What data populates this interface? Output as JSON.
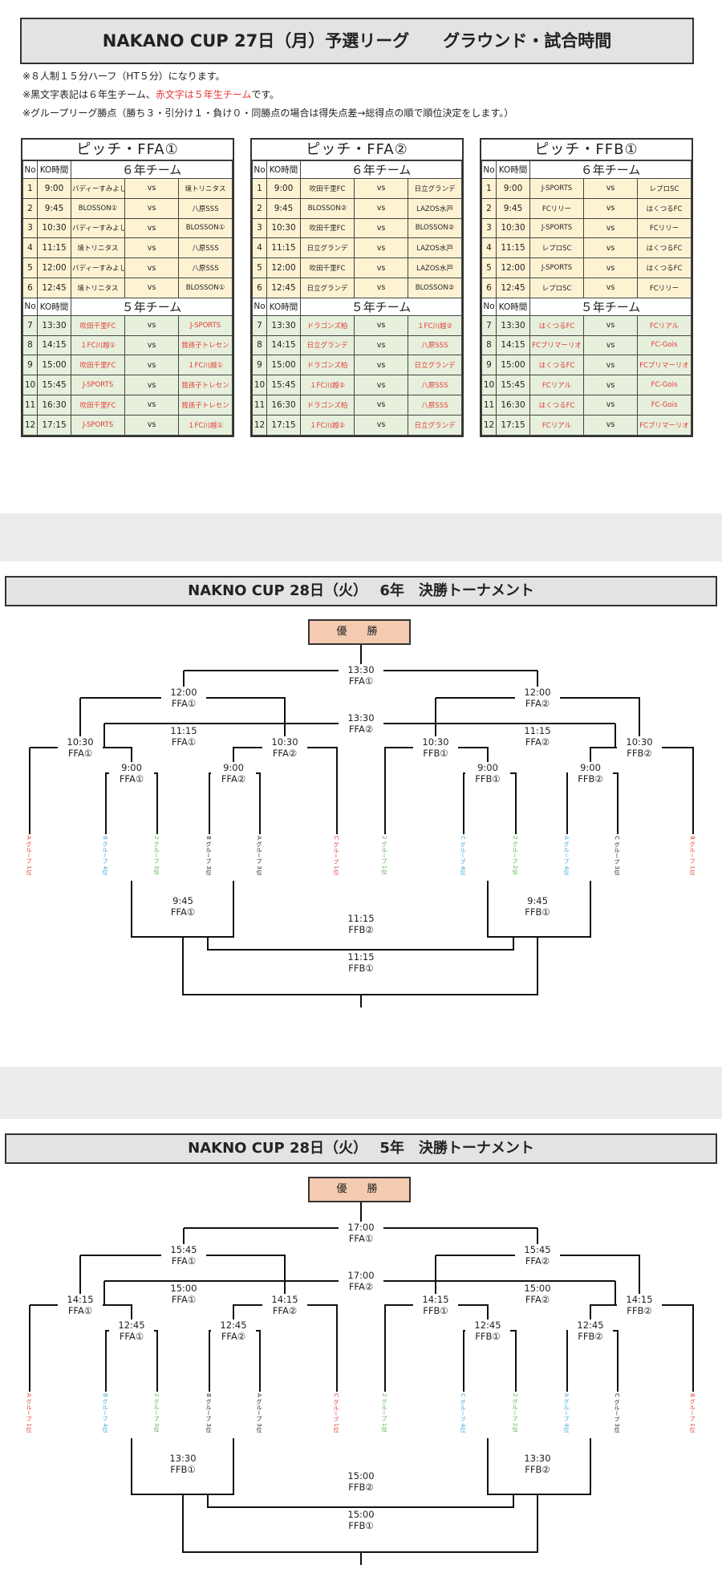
{
  "day1": {
    "title": "NAKANO CUP 27日（月）予選リーグ　　グラウンド・試合時間",
    "notes": [
      {
        "a": "※８人制１５分ハーフ（HT５分）になります。",
        "b": "",
        "c": ""
      },
      {
        "a": "※黒文字表記は６年生チーム、",
        "b": "赤文字は５年生チーム",
        "c": "です。"
      },
      {
        "a": "※グループリーグ勝点（勝ち３・引分け１・負け０・同勝点の場合は得失点差→総得点の順で順位決定をします。）",
        "b": "",
        "c": ""
      }
    ],
    "pitches": [
      {
        "name": "ピッチ・FFA①",
        "h_no": "No",
        "h_ko": "KO時間",
        "h6": "６年チーム",
        "h5": "５年チーム",
        "rows6": [
          {
            "no": "1",
            "ko": "9:00",
            "a": "バディーすみよし",
            "vs": "vs",
            "b": "境トリニタス"
          },
          {
            "no": "2",
            "ko": "9:45",
            "a": "BLOSSON①",
            "vs": "vs",
            "b": "八原SSS"
          },
          {
            "no": "3",
            "ko": "10:30",
            "a": "バディーすみよし",
            "vs": "vs",
            "b": "BLOSSON①"
          },
          {
            "no": "4",
            "ko": "11:15",
            "a": "境トリニタス",
            "vs": "vs",
            "b": "八原SSS"
          },
          {
            "no": "5",
            "ko": "12:00",
            "a": "バディーすみよし",
            "vs": "vs",
            "b": "八原SSS"
          },
          {
            "no": "6",
            "ko": "12:45",
            "a": "境トリニタス",
            "vs": "vs",
            "b": "BLOSSON①"
          }
        ],
        "rows5": [
          {
            "no": "7",
            "ko": "13:30",
            "a": "吹田千里FC",
            "vs": "vs",
            "b": "J-SPORTS"
          },
          {
            "no": "8",
            "ko": "14:15",
            "a": "１FC川越①",
            "vs": "vs",
            "b": "我孫子トレセン"
          },
          {
            "no": "9",
            "ko": "15:00",
            "a": "吹田千里FC",
            "vs": "vs",
            "b": "１FC川越①"
          },
          {
            "no": "10",
            "ko": "15:45",
            "a": "J-SPORTS",
            "vs": "vs",
            "b": "我孫子トレセン"
          },
          {
            "no": "11",
            "ko": "16:30",
            "a": "吹田千里FC",
            "vs": "vs",
            "b": "我孫子トレセン"
          },
          {
            "no": "12",
            "ko": "17:15",
            "a": "J-SPORTS",
            "vs": "vs",
            "b": "１FC川越①"
          }
        ]
      },
      {
        "name": "ピッチ・FFA②",
        "h_no": "No",
        "h_ko": "KO時間",
        "h6": "６年チーム",
        "h5": "５年チーム",
        "rows6": [
          {
            "no": "1",
            "ko": "9:00",
            "a": "吹田千里FC",
            "vs": "vs",
            "b": "日立グランデ"
          },
          {
            "no": "2",
            "ko": "9:45",
            "a": "BLOSSON②",
            "vs": "vs",
            "b": "LAZOS水戸"
          },
          {
            "no": "3",
            "ko": "10:30",
            "a": "吹田千里FC",
            "vs": "vs",
            "b": "BLOSSON②"
          },
          {
            "no": "4",
            "ko": "11:15",
            "a": "日立グランデ",
            "vs": "vs",
            "b": "LAZOS水戸"
          },
          {
            "no": "5",
            "ko": "12:00",
            "a": "吹田千里FC",
            "vs": "vs",
            "b": "LAZOS水戸"
          },
          {
            "no": "6",
            "ko": "12:45",
            "a": "日立グランデ",
            "vs": "vs",
            "b": "BLOSSON②"
          }
        ],
        "rows5": [
          {
            "no": "7",
            "ko": "13:30",
            "a": "ドラゴンズ柏",
            "vs": "vs",
            "b": "１FC川越②"
          },
          {
            "no": "8",
            "ko": "14:15",
            "a": "日立グランデ",
            "vs": "vs",
            "b": "八原SSS"
          },
          {
            "no": "9",
            "ko": "15:00",
            "a": "ドラゴンズ柏",
            "vs": "vs",
            "b": "日立グランデ"
          },
          {
            "no": "10",
            "ko": "15:45",
            "a": "１FC川越②",
            "vs": "vs",
            "b": "八原SSS"
          },
          {
            "no": "11",
            "ko": "16:30",
            "a": "ドラゴンズ柏",
            "vs": "vs",
            "b": "八原SSS"
          },
          {
            "no": "12",
            "ko": "17:15",
            "a": "１FC川越②",
            "vs": "vs",
            "b": "日立グランデ"
          }
        ]
      },
      {
        "name": "ピッチ・FFB①",
        "h_no": "No",
        "h_ko": "KO時間",
        "h6": "６年チーム",
        "h5": "５年チーム",
        "rows6": [
          {
            "no": "1",
            "ko": "9:00",
            "a": "J-SPORTS",
            "vs": "vs",
            "b": "レプロSC"
          },
          {
            "no": "2",
            "ko": "9:45",
            "a": "FCリリー",
            "vs": "vs",
            "b": "はくつるFC"
          },
          {
            "no": "3",
            "ko": "10:30",
            "a": "J-SPORTS",
            "vs": "vs",
            "b": "FCリリー"
          },
          {
            "no": "4",
            "ko": "11:15",
            "a": "レプロSC",
            "vs": "vs",
            "b": "はくつるFC"
          },
          {
            "no": "5",
            "ko": "12:00",
            "a": "J-SPORTS",
            "vs": "vs",
            "b": "はくつるFC"
          },
          {
            "no": "6",
            "ko": "12:45",
            "a": "レプロSC",
            "vs": "vs",
            "b": "FCリリー"
          }
        ],
        "rows5": [
          {
            "no": "7",
            "ko": "13:30",
            "a": "はくつるFC",
            "vs": "vs",
            "b": "FCリアル"
          },
          {
            "no": "8",
            "ko": "14:15",
            "a": "FCプリマーリオ",
            "vs": "vs",
            "b": "FC-Gois"
          },
          {
            "no": "9",
            "ko": "15:00",
            "a": "はくつるFC",
            "vs": "vs",
            "b": "FCプリマーリオ"
          },
          {
            "no": "10",
            "ko": "15:45",
            "a": "FCリアル",
            "vs": "vs",
            "b": "FC-Gois"
          },
          {
            "no": "11",
            "ko": "16:30",
            "a": "はくつるFC",
            "vs": "vs",
            "b": "FC-Gois"
          },
          {
            "no": "12",
            "ko": "17:15",
            "a": "FCリアル",
            "vs": "vs",
            "b": "FCプリマーリオ"
          }
        ]
      }
    ]
  },
  "t6": {
    "title": "NAKNO CUP  28日（火）　 6年　決勝トーナメント",
    "champion": "優　勝",
    "matches": [
      {
        "time": "13:30",
        "pitch": "FFA①"
      },
      {
        "time": "12:00",
        "pitch": "FFA①"
      },
      {
        "time": "12:00",
        "pitch": "FFA②"
      },
      {
        "time": "13:30",
        "pitch": "FFA②"
      },
      {
        "time": "11:15",
        "pitch": "FFA①"
      },
      {
        "time": "11:15",
        "pitch": "FFA②"
      },
      {
        "time": "10:30",
        "pitch": "FFA①"
      },
      {
        "time": "10:30",
        "pitch": "FFA②"
      },
      {
        "time": "10:30",
        "pitch": "FFB①"
      },
      {
        "time": "10:30",
        "pitch": "FFB②"
      },
      {
        "time": "9:00",
        "pitch": "FFA①"
      },
      {
        "time": "9:00",
        "pitch": "FFA②"
      },
      {
        "time": "9:00",
        "pitch": "FFB①"
      },
      {
        "time": "9:00",
        "pitch": "FFB②"
      },
      {
        "time": "9:45",
        "pitch": "FFA①"
      },
      {
        "time": "9:45",
        "pitch": "FFB①"
      },
      {
        "time": "11:15",
        "pitch": "FFB②"
      },
      {
        "time": "11:15",
        "pitch": "FFB①"
      }
    ]
  },
  "t5": {
    "title": "NAKNO CUP  28日（火）　 5年　決勝トーナメント",
    "champion": "優　勝",
    "matches": [
      {
        "time": "17:00",
        "pitch": "FFA①"
      },
      {
        "time": "15:45",
        "pitch": "FFA①"
      },
      {
        "time": "15:45",
        "pitch": "FFA②"
      },
      {
        "time": "17:00",
        "pitch": "FFA②"
      },
      {
        "time": "15:00",
        "pitch": "FFA①"
      },
      {
        "time": "15:00",
        "pitch": "FFA②"
      },
      {
        "time": "14:15",
        "pitch": "FFA①"
      },
      {
        "time": "14:15",
        "pitch": "FFA②"
      },
      {
        "time": "14:15",
        "pitch": "FFB①"
      },
      {
        "time": "14:15",
        "pitch": "FFB②"
      },
      {
        "time": "12:45",
        "pitch": "FFA①"
      },
      {
        "time": "12:45",
        "pitch": "FFA②"
      },
      {
        "time": "12:45",
        "pitch": "FFB①"
      },
      {
        "time": "12:45",
        "pitch": "FFB②"
      },
      {
        "time": "13:30",
        "pitch": "FFB①"
      },
      {
        "time": "13:30",
        "pitch": "FFB②"
      },
      {
        "time": "15:00",
        "pitch": "FFB②"
      },
      {
        "time": "15:00",
        "pitch": "FFB①"
      }
    ]
  },
  "slots": [
    {
      "text": "A グループ 1位",
      "color": "red"
    },
    {
      "text": "B グループ 4位",
      "color": "blue"
    },
    {
      "text": "2 グループ 3位",
      "color": "green"
    },
    {
      "text": "B グループ 3位",
      "color": "black"
    },
    {
      "text": "A グループ 3位",
      "color": "black"
    },
    {
      "text": "C グループ 1位",
      "color": "red"
    },
    {
      "text": "2 グループ 1位",
      "color": "green"
    },
    {
      "text": "C グループ 4位",
      "color": "blue"
    },
    {
      "text": "2 グループ 2位",
      "color": "green"
    },
    {
      "text": "A グループ 4位",
      "color": "blue"
    },
    {
      "text": "C グループ 3位",
      "color": "black"
    },
    {
      "text": "B グループ 1位",
      "color": "red"
    }
  ]
}
